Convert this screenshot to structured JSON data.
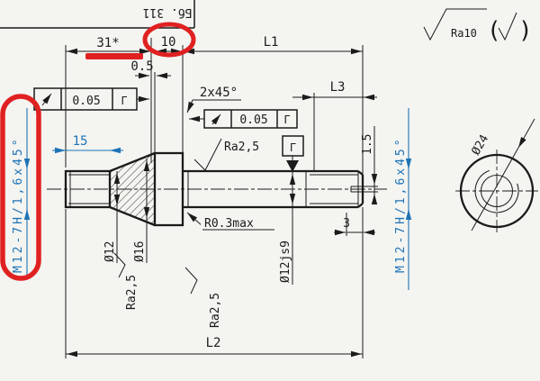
{
  "colors": {
    "line": "#1b1b1b",
    "blue": "#1e73b5",
    "red": "#e02121",
    "background": "#f4f4f1"
  },
  "title_block": {
    "code": "Бб. 311"
  },
  "finish": {
    "general": "Ra10",
    "paren_open": "(",
    "paren_close": ")"
  },
  "dims": {
    "d31": "31*",
    "d10": "10",
    "L1": "L1",
    "d05": "0.5",
    "chamfer": "2x45°",
    "L3": "L3",
    "d15": "15",
    "d15r": "1.5",
    "d3": "3",
    "L2": "L2",
    "dia12": "Ø12",
    "dia16": "Ø16",
    "dia12js9": "Ø12js9",
    "dia24": "Ø24",
    "fillet": "R0.3max"
  },
  "tolerances": {
    "frame1": {
      "value": "0.05",
      "datum": "Г"
    },
    "frame2": {
      "value": "0.05",
      "datum": "Г"
    },
    "datum_flag": "Г"
  },
  "roughness": {
    "main": "Ra2,5",
    "left": "Ra2,5",
    "bottom": "Ra2,5"
  },
  "threads": {
    "left": "M12-7H/1,6x45°",
    "right": "M12-7H/1,6x45°"
  }
}
